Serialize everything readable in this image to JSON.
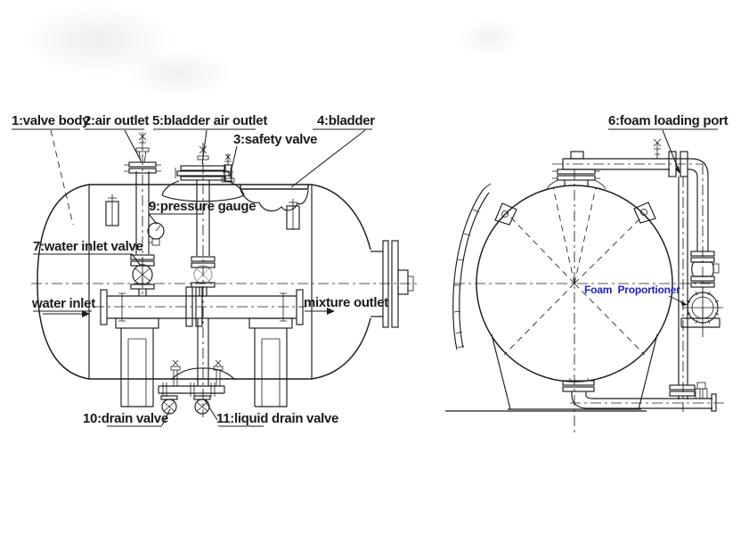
{
  "diagram": {
    "kind": "technical line drawing",
    "subject": "bladder foam tank with foam proportioner - side view and end view",
    "colors": {
      "line": "#1c1c1c",
      "background": "#ffffff",
      "foam_proportioner_text": "#1f1fc8"
    }
  },
  "labels": {
    "valve_body": "1:valve body",
    "air_outlet": "2:air outlet",
    "bladder_air_outlet": "5:bladder air outlet",
    "safety_valve": "3:safety valve",
    "bladder": "4:bladder",
    "foam_loading_port": "6:foam loading port",
    "pressure_gauge": "9:pressure gauge",
    "water_inlet_valve": "7:water inlet valve",
    "water_inlet": "water inlet",
    "mixture_outlet": "mixture outlet",
    "drain_valve": "10:drain valve",
    "liquid_drain_valve": "11:liquid drain valve",
    "foam_proportioner": "Foam  Proportioner"
  }
}
